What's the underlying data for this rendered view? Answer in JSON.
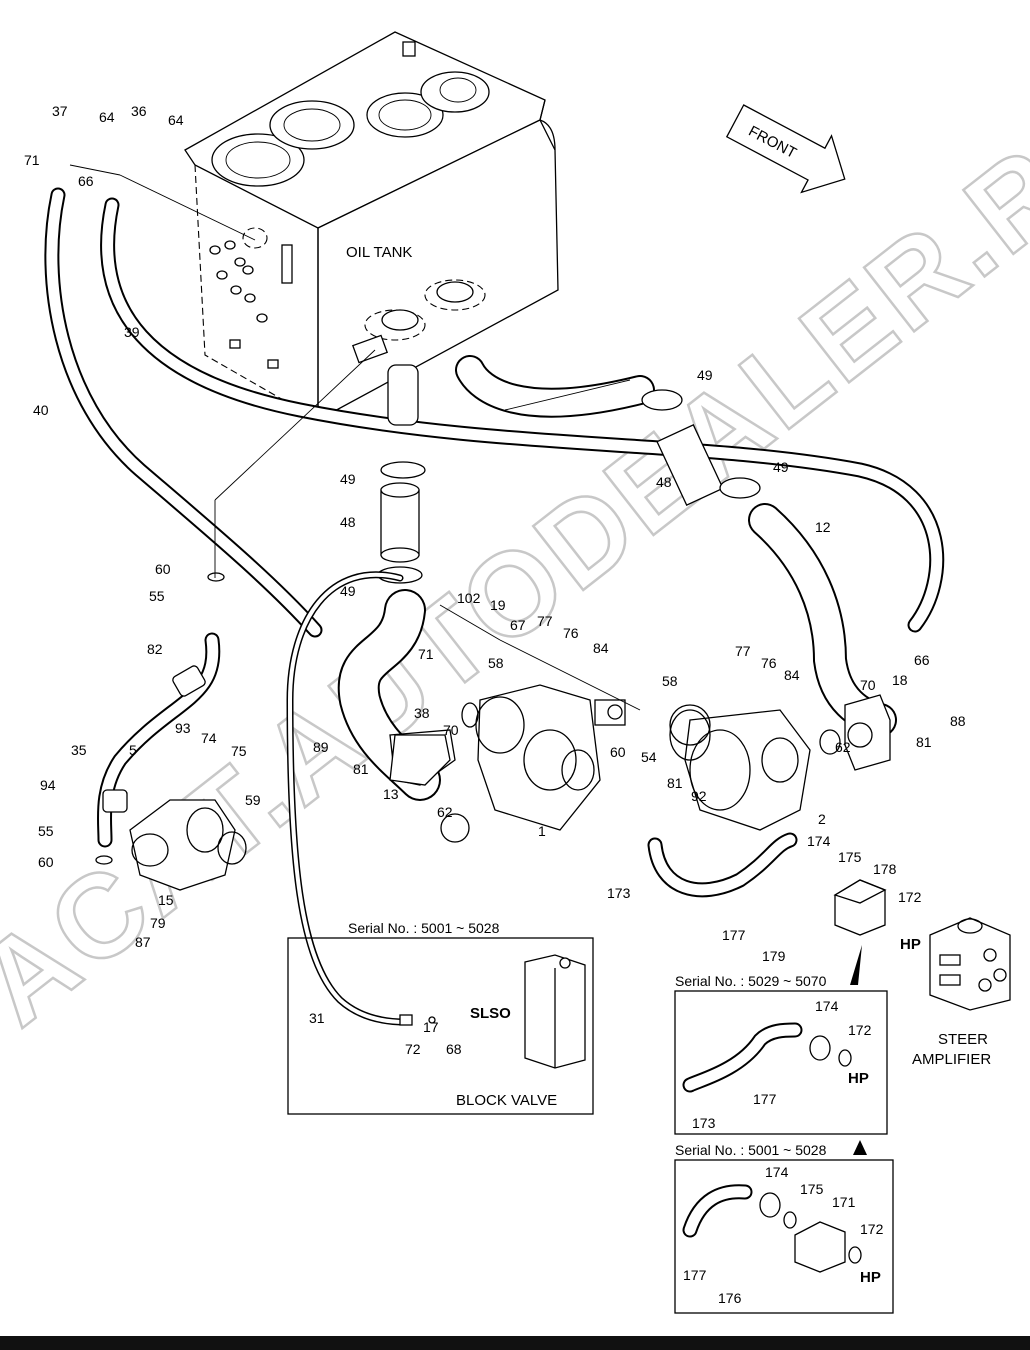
{
  "tank_label": "OIL TANK",
  "front_label": "FRONT",
  "watermark": "ACAT.AUTODEALER.RU",
  "parts": [
    "37",
    "64",
    "36",
    "64",
    "71",
    "66",
    "39",
    "40",
    "49",
    "49",
    "48",
    "49",
    "48",
    "49",
    "12",
    "60",
    "55",
    "82",
    "102",
    "19",
    "67",
    "77",
    "76",
    "84",
    "77",
    "76",
    "84",
    "58",
    "58",
    "71",
    "38",
    "70",
    "70",
    "18",
    "66",
    "88",
    "81",
    "89",
    "81",
    "13",
    "62",
    "60",
    "54",
    "81",
    "92",
    "1",
    "62",
    "2",
    "35",
    "5",
    "93",
    "74",
    "75",
    "59",
    "94",
    "55",
    "60",
    "15",
    "79",
    "87",
    "174",
    "175",
    "178",
    "172",
    "173",
    "177",
    "179",
    "17",
    "31",
    "72",
    "68"
  ],
  "inset_main": {
    "serial": "Serial No. : 5001 ~ 5028",
    "port": "SLSO",
    "title": "BLOCK VALVE"
  },
  "inset_a": {
    "serial": "Serial No. : 5029 ~ 5070",
    "parts": [
      "174",
      "172",
      "177",
      "173"
    ],
    "port": "HP"
  },
  "inset_b": {
    "serial": "Serial No. : 5001 ~ 5028",
    "parts": [
      "174",
      "175",
      "171",
      "172",
      "177",
      "176"
    ],
    "port": "HP"
  },
  "main_port": "HP",
  "steer_label_1": "STEER",
  "steer_label_2": "AMPLIFIER"
}
